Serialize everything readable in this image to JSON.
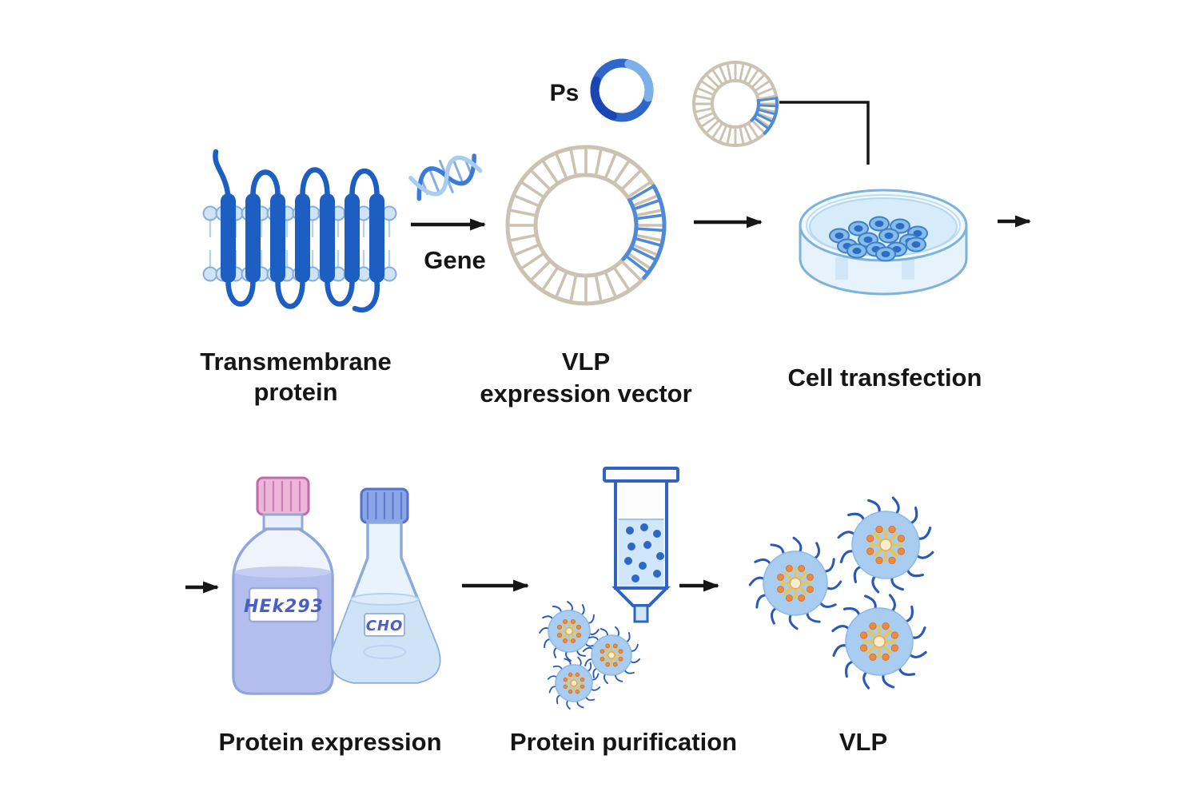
{
  "labels": {
    "transmembrane_line1": "Transmembrane",
    "transmembrane_line2": "protein",
    "gene": "Gene",
    "ps": "Ps",
    "vector_line1": "VLP",
    "vector_line2": "expression vector",
    "cell_transfection": "Cell transfection",
    "protein_expression": "Protein expression",
    "protein_purification": "Protein purification",
    "vlp": "VLP"
  },
  "containers": {
    "bottle_text": "HEk293",
    "flask_text": "CHO"
  },
  "colors": {
    "protein_blue": "#1d5ec2",
    "membrane_light_blue": "#cfe3f5",
    "plasmid_blue": "#2f66cc",
    "dna_ring_tan": "#cbc2b2",
    "dna_segment_blue": "#4d8ad8",
    "cell_blue": "#85bce8",
    "liquid_purple": "#b3bdee",
    "liquid_blue": "#cfe3f7",
    "vlp_body_blue": "#a9cdf1",
    "vlp_spike_blue": "#2858b8",
    "vlp_core_orange": "#ef8a3a",
    "vlp_core_yellow": "#f2c43c",
    "arrow_black": "#161616"
  }
}
